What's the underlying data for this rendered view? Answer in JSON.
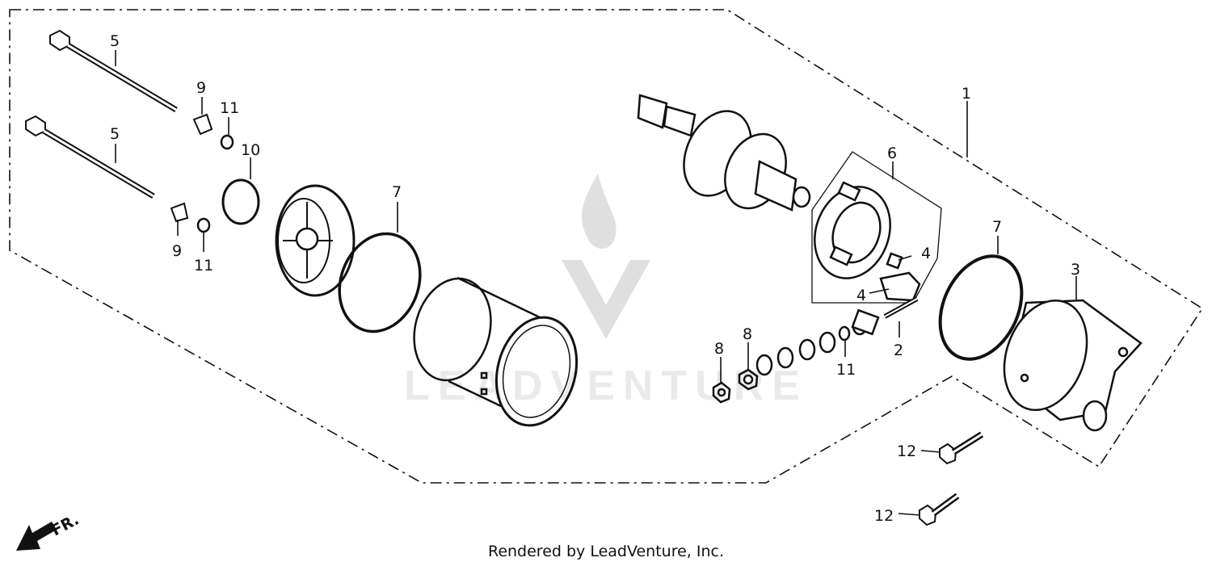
{
  "callouts": {
    "c1": "1",
    "c2": "2",
    "c3": "3",
    "c4a": "4",
    "c4b": "4",
    "c5a": "5",
    "c5b": "5",
    "c6": "6",
    "c7a": "7",
    "c7b": "7",
    "c8a": "8",
    "c8b": "8",
    "c9a": "9",
    "c9b": "9",
    "c10": "10",
    "c11a": "11",
    "c11b": "11",
    "c11c": "11",
    "c12a": "12",
    "c12b": "12"
  },
  "front_arrow": {
    "label": "FR."
  },
  "watermark": {
    "text": "LEADVENTURE"
  },
  "footer": {
    "credit": "Rendered by LeadVenture, Inc."
  },
  "colors": {
    "ink": "#111111",
    "background": "#ffffff",
    "watermark": "#d8d8d8"
  }
}
